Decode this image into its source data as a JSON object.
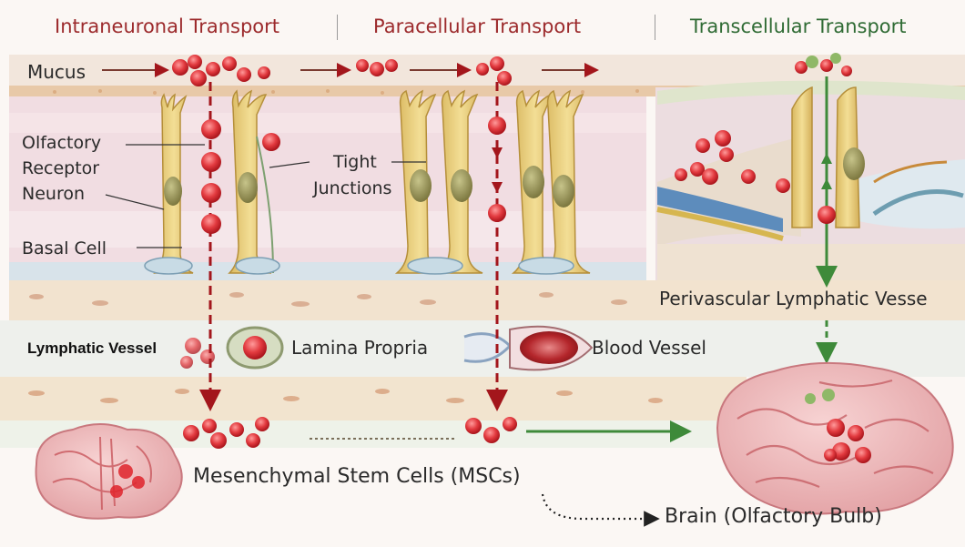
{
  "colors": {
    "header_red": "#9c2a2c",
    "header_green": "#2f6b34",
    "arrow_red": "#a3161c",
    "arrow_green": "#3e8a3a",
    "cell_red": "#e23a3f",
    "neuron_yellow": "#ecd27a",
    "tissue_pink": "#f1dde2",
    "text": "#2a2a2a"
  },
  "headers": {
    "intraneuronal": "Intraneuronal Transport",
    "paracellular": "Paracellular Transport",
    "transcellular": "Transcellular Transport"
  },
  "labels": {
    "mucus": "Mucus",
    "olfactory_receptor_neuron": [
      "Olfactory",
      "Receptor",
      "Neuron"
    ],
    "tight_junctions": [
      "Tight",
      "Junctions"
    ],
    "basal_cell": "Basal Cell",
    "perivascular": "Perivascular Lymphatic Vesse",
    "lymphatic_vessel": "Lymphatic Vessel",
    "lamina_propria": "Lamina Propria",
    "blood_vessel": "Blood Vessel",
    "mscs": "Mesenchymal Stem Cells (MSCs)",
    "brain": "Brain (Olfactory Bulb)"
  },
  "icons": [
    "brain-icon",
    "mucus-arrow-icon",
    "red-cell-icon",
    "olfactory-neuron-icon",
    "blood-vessel-icon",
    "lymphatic-vessel-icon",
    "dotted-arrow-icon"
  ]
}
